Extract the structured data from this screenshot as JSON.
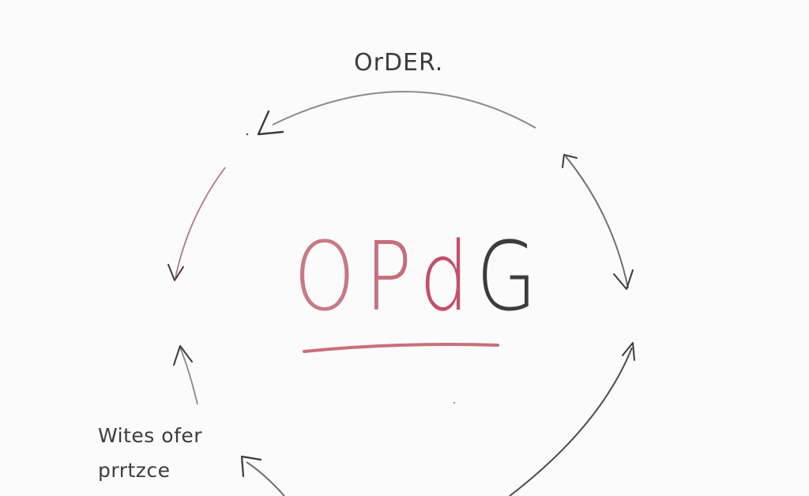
{
  "labels": {
    "top": "OrDER.",
    "side_line1": "Wites ofer",
    "side_line2": "prrtzce"
  },
  "center": {
    "letters": [
      "O",
      "P",
      "d",
      "G"
    ]
  },
  "colors": {
    "ink": "#3b3b40",
    "red_ink": "#c56f7c",
    "arc_gray": "#888888",
    "arc_red": "#b07880",
    "underline": "#c96f7b",
    "background": "#fbfbfb",
    "letter_colors": [
      "#c77a84",
      "#c56f7c",
      "#c2506a",
      "#3d3a40"
    ]
  }
}
